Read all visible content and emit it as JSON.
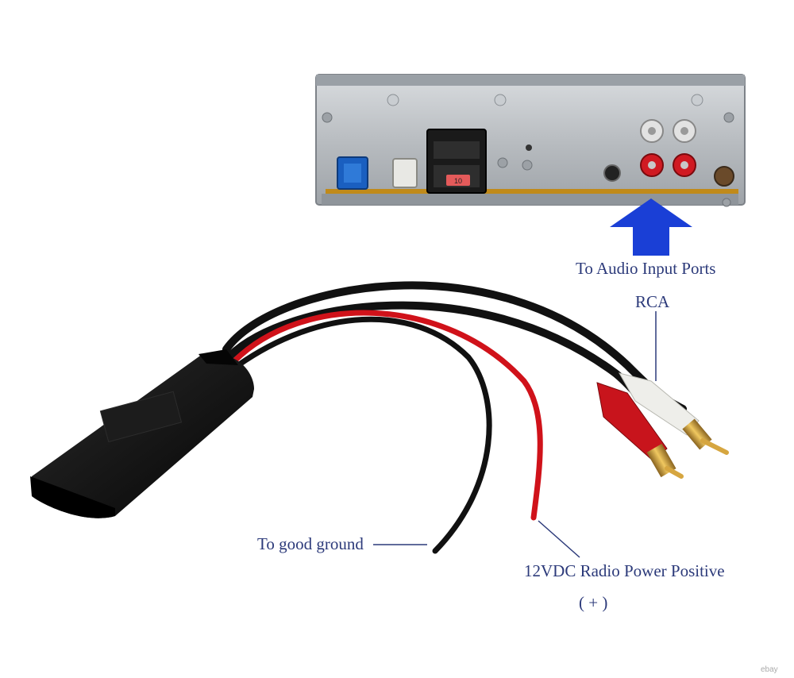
{
  "labels": {
    "audio_input": "To Audio Input Ports",
    "rca": "RCA",
    "ground": "To good ground",
    "power": "12VDC Radio Power Positive",
    "plus": "( + )"
  },
  "unit_markings": {
    "fuse": "10"
  },
  "watermark": "ebay",
  "colors": {
    "label_text": "#2c3a7a",
    "arrow": "#1a3fd6",
    "red_wire": "#d0121a",
    "black_wire": "#111111",
    "rca_red": "#c8141c",
    "rca_white": "#eeeeea",
    "gold": "#d6a640"
  }
}
